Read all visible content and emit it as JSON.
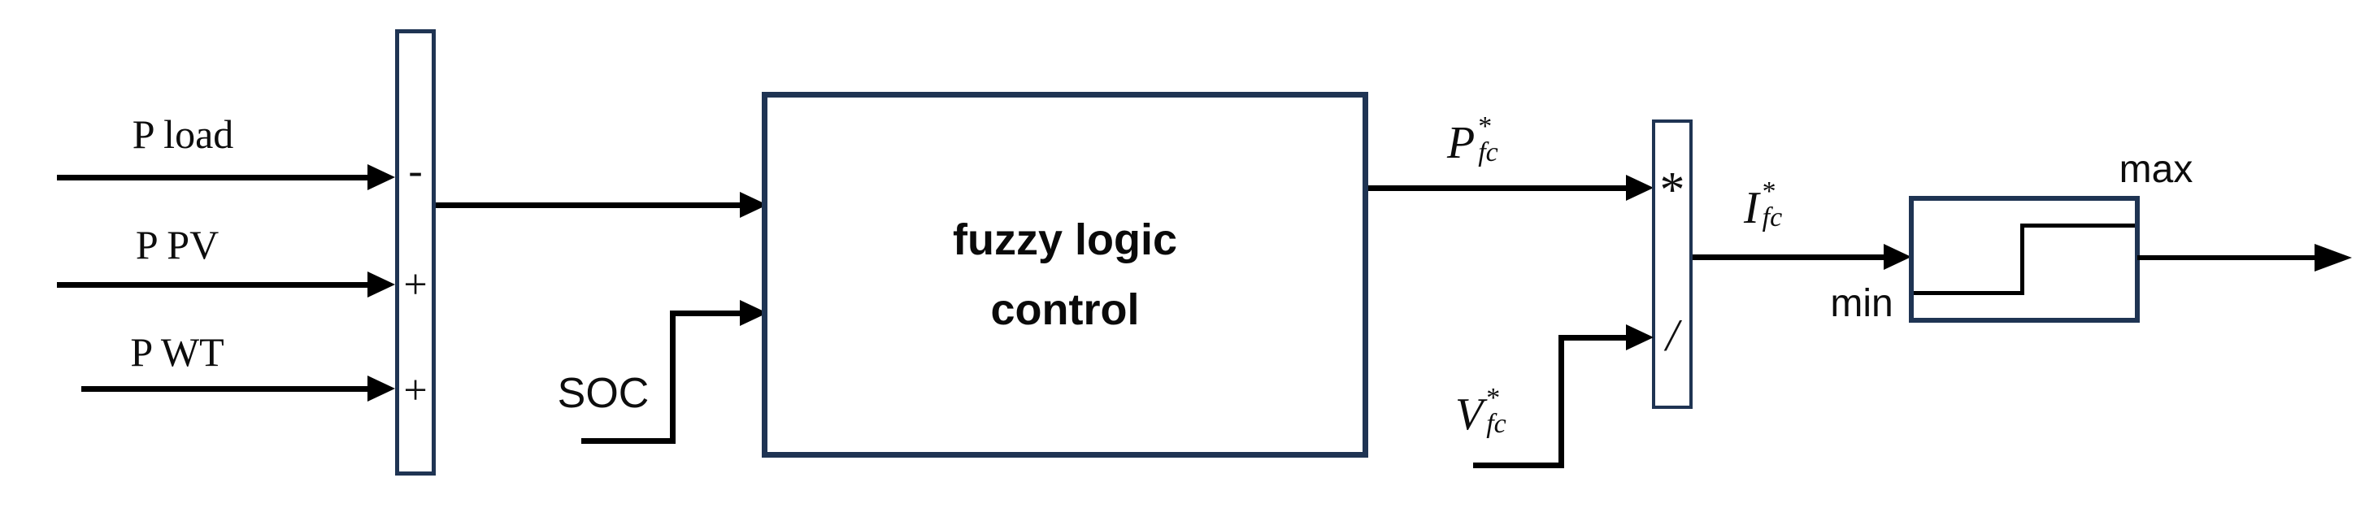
{
  "colors": {
    "navy": "#1f3453",
    "black": "#000000"
  },
  "inputs": [
    {
      "label": "P load",
      "sign": "-"
    },
    {
      "label": "P PV",
      "sign": "+"
    },
    {
      "label": "P WT",
      "sign": "+"
    }
  ],
  "soc": {
    "label": "SOC"
  },
  "flc": {
    "line1": "fuzzy logic",
    "line2": "control"
  },
  "labels": {
    "p_ref": {
      "base": "P",
      "sup": "*",
      "sub": "fc"
    },
    "i_ref": {
      "base": "I",
      "sup": "*",
      "sub": "fc"
    },
    "v_ref": {
      "base": "V",
      "sup": "*",
      "sub": "fc"
    }
  },
  "multdiv": {
    "multiply": "*",
    "divide": "/"
  },
  "saturation": {
    "max": "max",
    "min": "min"
  }
}
